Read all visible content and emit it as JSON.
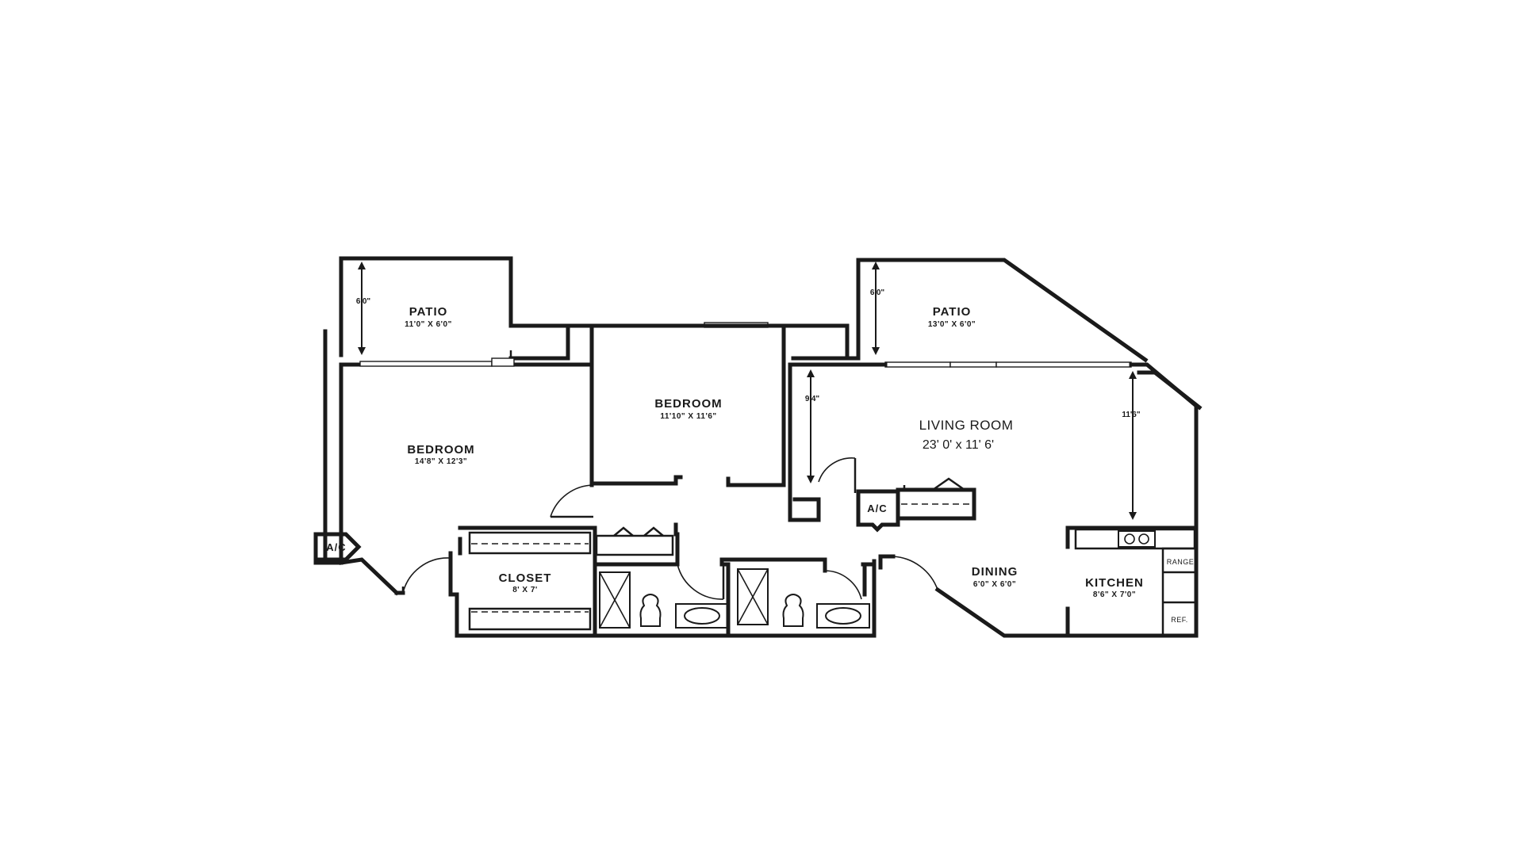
{
  "rooms": {
    "patio_left": {
      "name": "PATIO",
      "size": "11'0\" X 6'0\""
    },
    "patio_right": {
      "name": "PATIO",
      "size": "13'0\" X 6'0\""
    },
    "bedroom_left": {
      "name": "BEDROOM",
      "size": "14'8\" X 12'3\""
    },
    "bedroom_mid": {
      "name": "BEDROOM",
      "size": "11'10\" X 11'6\""
    },
    "living": {
      "name": "LIVING ROOM",
      "size": "23' 0' x 11' 6'"
    },
    "closet": {
      "name": "CLOSET",
      "size": "8' X 7'"
    },
    "dining": {
      "name": "DINING",
      "size": "6'0\" X 6'0\""
    },
    "kitchen": {
      "name": "KITCHEN",
      "size": "8'6\" X 7'0\""
    }
  },
  "fixtures": {
    "ac_left": "A/C",
    "ac_center": "A/C",
    "range": "RANGE",
    "refrigerator": "REF."
  },
  "dimensions": {
    "patio_left_depth": "6'0\"",
    "patio_right_depth": "6'0\"",
    "living_depth": "9'4\"",
    "living_right_depth": "11'6\""
  }
}
